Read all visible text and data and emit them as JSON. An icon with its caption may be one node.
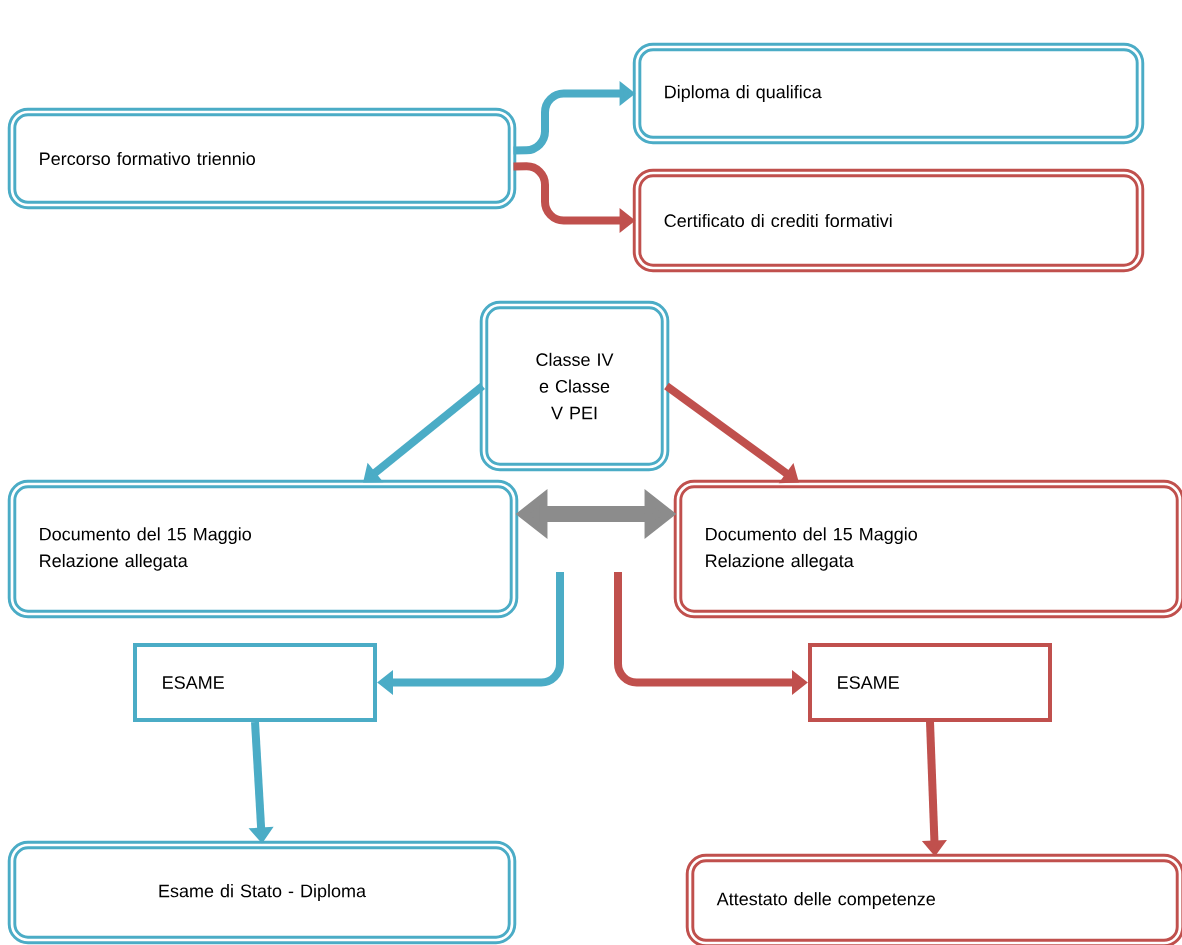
{
  "diagram": {
    "nodes": [
      {
        "text": [
          "Percorso formativo triennio"
        ]
      },
      {
        "text": [
          "Diploma di qualifica"
        ]
      },
      {
        "text": [
          "Certificato di crediti formativi"
        ]
      },
      {
        "text": [
          "Classe IV e Classe V PEI"
        ]
      },
      {
        "text": [
          "Documento del 15 Maggio",
          "Relazione allegata"
        ]
      },
      {
        "text": [
          "Documento del 15 Maggio",
          "Relazione allegata"
        ]
      },
      {
        "text": [
          "ESAME"
        ]
      },
      {
        "text": [
          "ESAME"
        ]
      },
      {
        "text": [
          "Esame di Stato - Diploma"
        ]
      },
      {
        "text": [
          "Attestato delle competenze"
        ]
      }
    ],
    "edges": [
      {
        "from": 0,
        "to": 1,
        "arrow": "to",
        "color": "#4bacc6"
      },
      {
        "from": 0,
        "to": 2,
        "arrow": "to",
        "color": "#c0504d"
      },
      {
        "from": 3,
        "to": 4,
        "arrow": "to",
        "color": "#4bacc6"
      },
      {
        "from": 3,
        "to": 5,
        "arrow": "to",
        "color": "#c0504d"
      },
      {
        "from": 4,
        "to": 5,
        "arrow": "both",
        "color": "#8c8c8c",
        "style": "thick"
      },
      {
        "from": null,
        "to": 6,
        "arrow": "to",
        "color": "#4bacc6"
      },
      {
        "from": null,
        "to": 7,
        "arrow": "to",
        "color": "#c0504d"
      },
      {
        "from": 6,
        "to": 8,
        "arrow": "to",
        "color": "#4bacc6"
      },
      {
        "from": 7,
        "to": 9,
        "arrow": "to",
        "color": "#c0504d"
      }
    ]
  }
}
